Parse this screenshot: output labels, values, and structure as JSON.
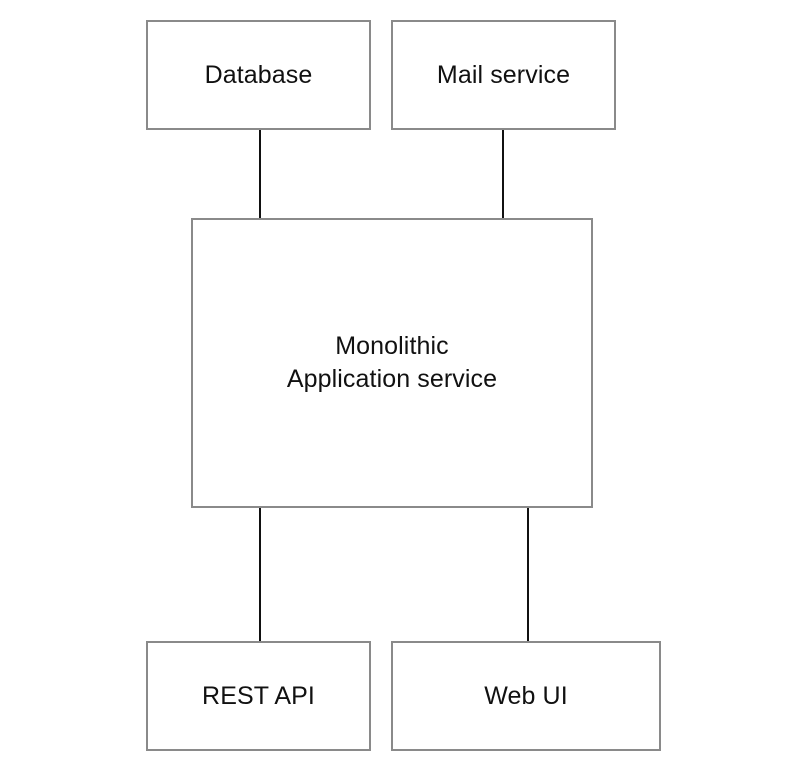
{
  "diagram": {
    "nodes": {
      "database": "Database",
      "mail_service": "Mail service",
      "monolithic_line1": "Monolithic",
      "monolithic_line2": "Application service",
      "rest_api": "REST API",
      "web_ui": "Web UI"
    }
  }
}
